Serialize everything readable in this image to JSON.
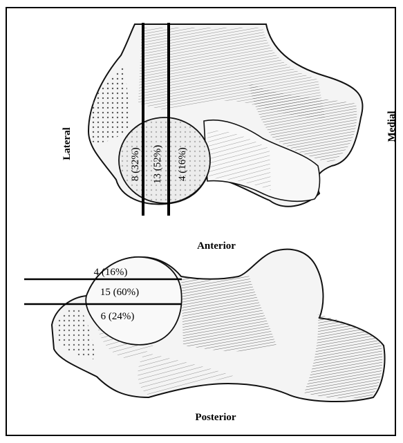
{
  "figure": {
    "labels": {
      "lateral": "Lateral",
      "medial": "Medial",
      "anterior": "Anterior",
      "posterior": "Posterior"
    },
    "top_view": {
      "zones": [
        "8 (32%)",
        "13 (52%)",
        "4 (16%)"
      ]
    },
    "bottom_view": {
      "zones": [
        "4 (16%)",
        "15 (60%)",
        "6 (24%)"
      ]
    },
    "colors": {
      "ink": "#000000",
      "bone_light": "#f6f6f6",
      "bone_shade": "#9a9a9a",
      "frame": "#000000"
    }
  }
}
